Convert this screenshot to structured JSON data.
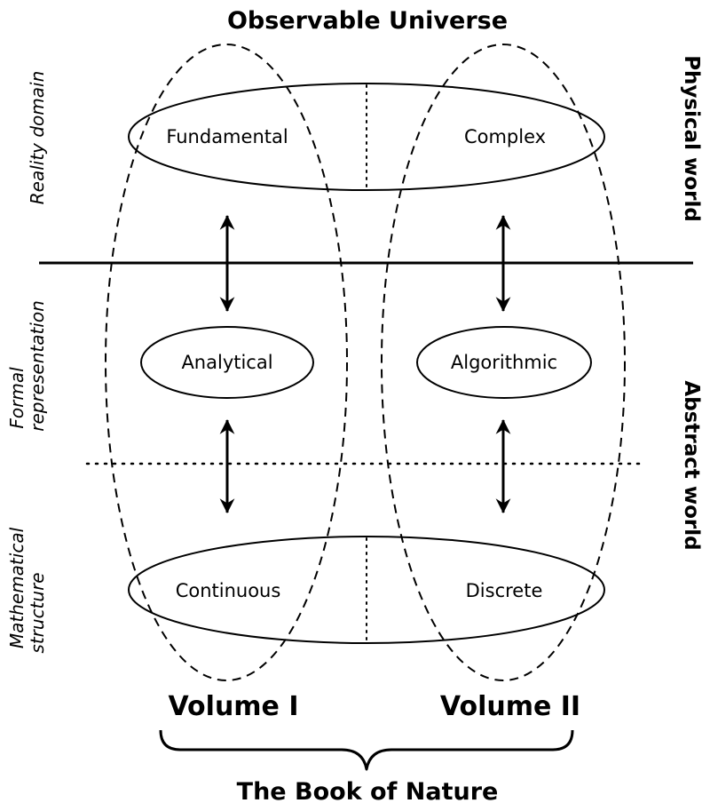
{
  "title": "Observable Universe",
  "footer_title": "The Book of Nature",
  "volumes": {
    "left": "Volume I",
    "right": "Volume II"
  },
  "nodes": {
    "fundamental": "Fundamental",
    "complex": "Complex",
    "analytical": "Analytical",
    "algorithmic": "Algorithmic",
    "continuous": "Continuous",
    "discrete": "Discrete"
  },
  "left_labels": {
    "reality_domain": "Reality domain",
    "formal_line1": "Formal",
    "formal_line2": "representation",
    "math_line1": "Mathematical",
    "math_line2": "structure"
  },
  "right_labels": {
    "physical_world": "Physical world",
    "abstract_world": "Abstract world"
  }
}
